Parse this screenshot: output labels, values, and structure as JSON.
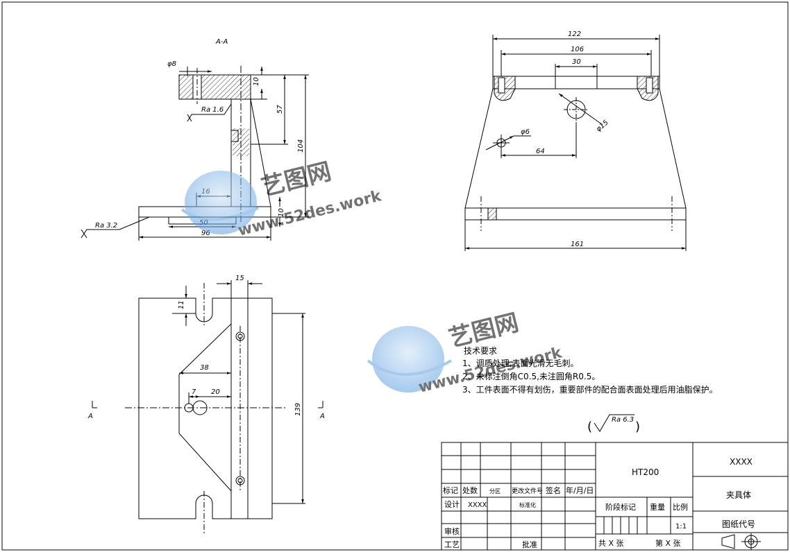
{
  "views": {
    "section_title": "A-A",
    "section_marker": "A"
  },
  "dims": {
    "phi8": "φ8",
    "d10a": "10",
    "d57": "57",
    "d104": "104",
    "d16": "16",
    "d50": "50",
    "d96": "96",
    "d10b": "10",
    "ra16": "Ra 1.6",
    "ra32": "Ra 3.2",
    "d122": "122",
    "d106": "106",
    "d30": "30",
    "phi15": "φ15",
    "phi6": "φ6",
    "d64": "64",
    "d161": "161",
    "d15": "15",
    "d11": "11",
    "d38": "38",
    "d7": "7",
    "d20": "20",
    "d139": "139",
    "ra63": "Ra 6.3"
  },
  "notes": {
    "title": "技术要求",
    "line1": "1、调质处理,表面光滑无毛刺。",
    "line2": "2、未标注倒角C0.5,未注圆角R0.5。",
    "line3": "3、工件表面不得有划伤，重要部件的配合面表面处理后用油脂保护。"
  },
  "watermark": {
    "brand": "艺图网",
    "url": "www.52des.work"
  },
  "title_block": {
    "mark": "标记",
    "count": "处数",
    "zone": "分区",
    "change_doc": "更改文件号",
    "sign": "签名",
    "date": "年/月/日",
    "design": "设计",
    "designer": "XXXX",
    "standardize": "标准化",
    "review": "审核",
    "process": "工艺",
    "approve": "批准",
    "material": "HT200",
    "stage_mark": "阶段标记",
    "weight": "重量",
    "scale_label": "比例",
    "scale_value": "1:1",
    "total_sheets": "共 X 张",
    "sheet_no": "第 X 张",
    "company": "XXXX",
    "part_name": "夹具体",
    "drawing_no": "图纸代号"
  }
}
